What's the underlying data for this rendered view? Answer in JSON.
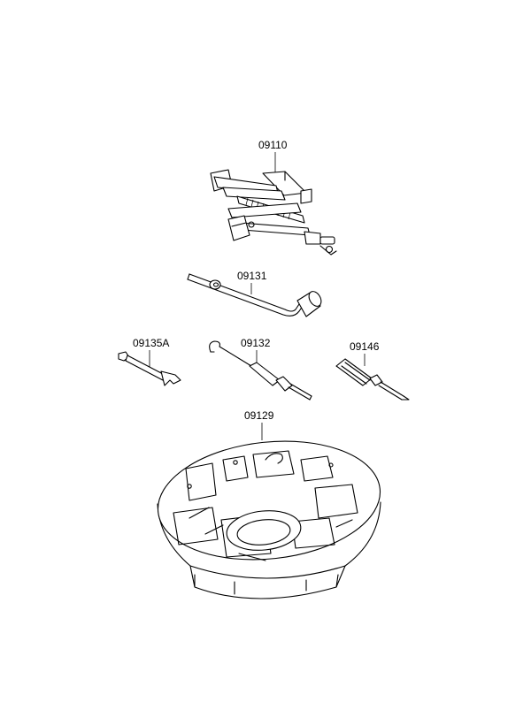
{
  "diagram": {
    "parts": [
      {
        "part_no": "09110",
        "icon": "scissor-jack-icon"
      },
      {
        "part_no": "09131",
        "icon": "jack-handle-icon"
      },
      {
        "part_no": "09135A",
        "icon": "open-end-wrench-icon"
      },
      {
        "part_no": "09132",
        "icon": "hook-rod-icon"
      },
      {
        "part_no": "09146",
        "icon": "screwdriver-icon"
      },
      {
        "part_no": "09129",
        "icon": "tool-tray-icon"
      }
    ]
  }
}
